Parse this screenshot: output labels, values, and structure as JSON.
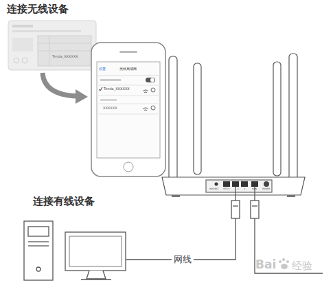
{
  "diagram": {
    "labels": [
      "连接无线设备",
      "Tenda_XXXXXX",
      "设置",
      "无线局域网",
      "Tenda_XXXXXX",
      "XXXXXX",
      "WPS/RST",
      "IPTV/3",
      "2",
      "1",
      "WAN",
      "POWER",
      "连接有线设备",
      "网线",
      "Bai",
      "经验"
    ]
  }
}
